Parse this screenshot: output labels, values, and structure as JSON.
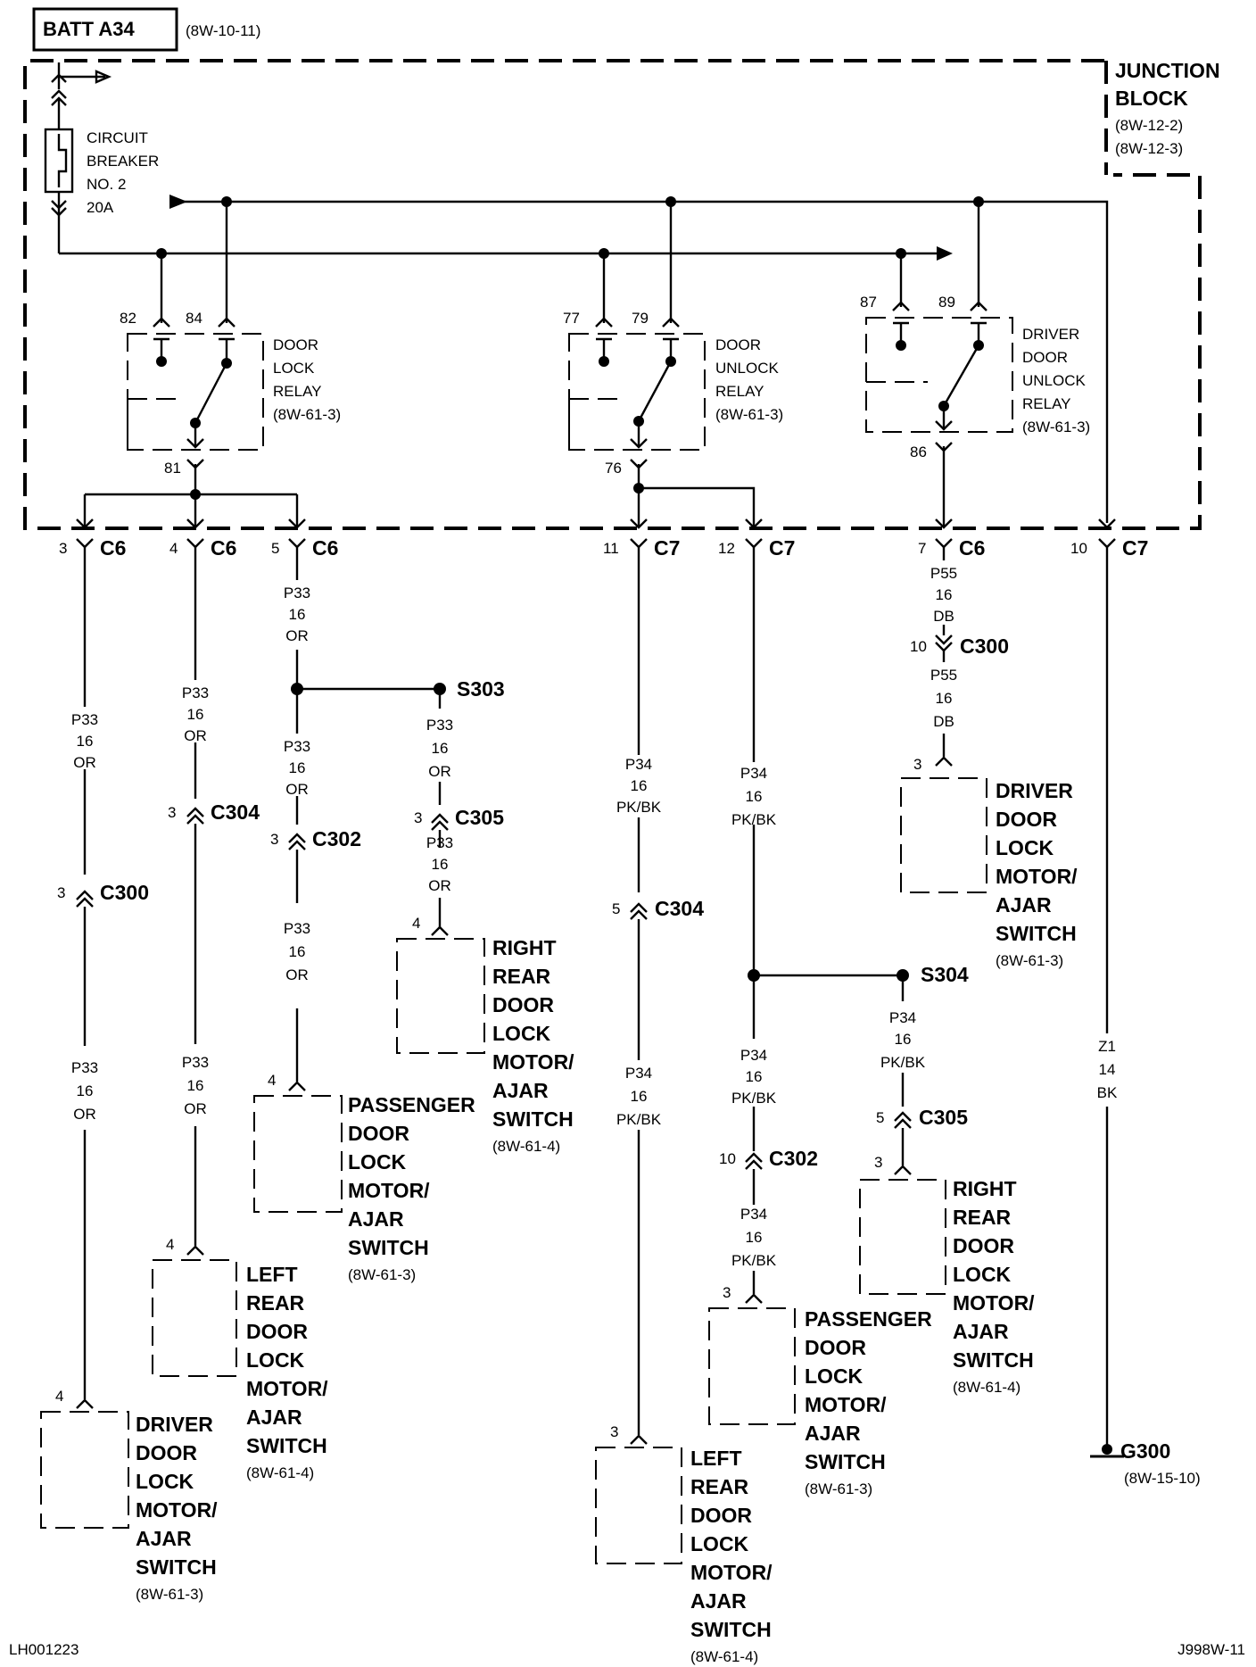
{
  "header": {
    "source": "BATT A34",
    "source_ref": "(8W-10-11)"
  },
  "junction_block": {
    "label": [
      "JUNCTION",
      "BLOCK"
    ],
    "refs": [
      "(8W-12-2)",
      "(8W-12-3)"
    ]
  },
  "circuit_breaker": {
    "label": [
      "CIRCUIT",
      "BREAKER",
      "NO. 2",
      "20A"
    ]
  },
  "relays": [
    {
      "pins": [
        "82",
        "84",
        "81"
      ],
      "label": [
        "DOOR",
        "LOCK",
        "RELAY",
        "(8W-61-3)"
      ]
    },
    {
      "pins": [
        "77",
        "79",
        "76"
      ],
      "label": [
        "DOOR",
        "UNLOCK",
        "RELAY",
        "(8W-61-3)"
      ]
    },
    {
      "pins": [
        "87",
        "89",
        "86"
      ],
      "label": [
        "DRIVER",
        "DOOR",
        "UNLOCK",
        "RELAY",
        "(8W-61-3)"
      ]
    }
  ],
  "connectors": [
    {
      "pin": "3",
      "name": "C6"
    },
    {
      "pin": "4",
      "name": "C6"
    },
    {
      "pin": "5",
      "name": "C6"
    },
    {
      "pin": "11",
      "name": "C7"
    },
    {
      "pin": "12",
      "name": "C7"
    },
    {
      "pin": "7",
      "name": "C6"
    },
    {
      "pin": "10",
      "name": "C7"
    }
  ],
  "inline_connectors": [
    {
      "pin": "3",
      "name": "C300"
    },
    {
      "pin": "3",
      "name": "C304"
    },
    {
      "pin": "3",
      "name": "C302"
    },
    {
      "pin": "3",
      "name": "C305"
    },
    {
      "pin": "5",
      "name": "C304"
    },
    {
      "pin": "10",
      "name": "C302"
    },
    {
      "pin": "5",
      "name": "C305"
    },
    {
      "pin": "10",
      "name": "C300"
    }
  ],
  "splices": [
    "S303",
    "S304"
  ],
  "wires": {
    "p33": [
      "P33",
      "16",
      "OR"
    ],
    "p34": [
      "P34",
      "16",
      "PK/BK"
    ],
    "p55": [
      "P55",
      "16",
      "DB"
    ],
    "z1": [
      "Z1",
      "14",
      "BK"
    ]
  },
  "components": [
    {
      "pin": "4",
      "label": [
        "DRIVER",
        "DOOR",
        "LOCK",
        "MOTOR/",
        "AJAR",
        "SWITCH"
      ],
      "ref": "(8W-61-3)"
    },
    {
      "pin": "4",
      "label": [
        "LEFT",
        "REAR",
        "DOOR",
        "LOCK",
        "MOTOR/",
        "AJAR",
        "SWITCH"
      ],
      "ref": "(8W-61-4)"
    },
    {
      "pin": "4",
      "label": [
        "PASSENGER",
        "DOOR",
        "LOCK",
        "MOTOR/",
        "AJAR",
        "SWITCH"
      ],
      "ref": "(8W-61-3)"
    },
    {
      "pin": "4",
      "label": [
        "RIGHT",
        "REAR",
        "DOOR",
        "LOCK",
        "MOTOR/",
        "AJAR",
        "SWITCH"
      ],
      "ref": "(8W-61-4)"
    },
    {
      "pin": "3",
      "label": [
        "LEFT",
        "REAR",
        "DOOR",
        "LOCK",
        "MOTOR/",
        "AJAR",
        "SWITCH"
      ],
      "ref": "(8W-61-4)"
    },
    {
      "pin": "3",
      "label": [
        "PASSENGER",
        "DOOR",
        "LOCK",
        "MOTOR/",
        "AJAR",
        "SWITCH"
      ],
      "ref": "(8W-61-3)"
    },
    {
      "pin": "3",
      "label": [
        "RIGHT",
        "REAR",
        "DOOR",
        "LOCK",
        "MOTOR/",
        "AJAR",
        "SWITCH"
      ],
      "ref": "(8W-61-4)"
    },
    {
      "pin": "3",
      "label": [
        "DRIVER",
        "DOOR",
        "LOCK",
        "MOTOR/",
        "AJAR",
        "SWITCH"
      ],
      "ref": "(8W-61-3)"
    }
  ],
  "ground": {
    "name": "G300",
    "ref": "(8W-15-10)"
  },
  "footer": {
    "left": "LH001223",
    "right": "J998W-11"
  }
}
